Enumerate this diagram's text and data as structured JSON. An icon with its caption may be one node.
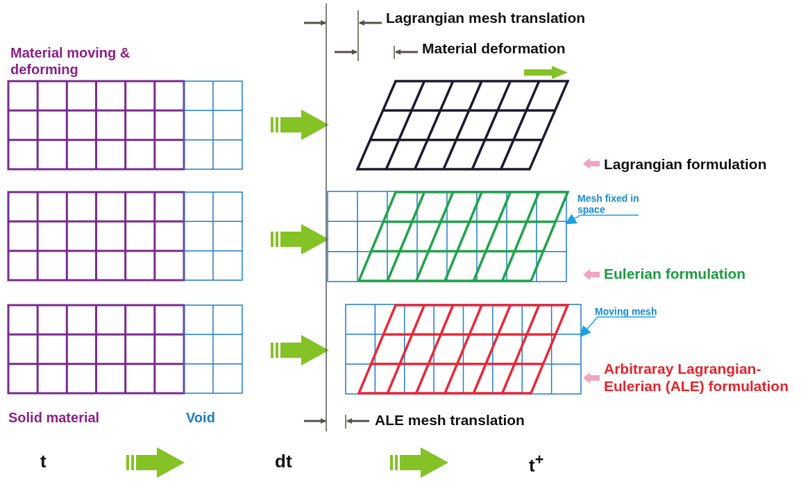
{
  "diagram": {
    "nodes": [
      {
        "text": [
          "Mesh fixed in space"
        ]
      },
      {
        "text": [],
        "shape": "box"
      },
      {
        "text": [
          "Moving mesh"
        ]
      },
      {
        "text": [],
        "shape": "box"
      }
    ],
    "edges": [
      {
        "from": 0,
        "to": 1,
        "arrow": "to"
      },
      {
        "from": 2,
        "to": 3,
        "arrow": "to"
      }
    ],
    "labels": [
      "Lagrangian mesh translation",
      "Material deformation",
      "Material moving & deforming",
      "Lagrangian formulation",
      "Eulerian formulation",
      "Arbitraray Lagrangian-Eulerian (ALE) formulation",
      "Solid material",
      "Void",
      "ALE mesh translation",
      "t",
      "dt",
      "t$^{+}$"
    ]
  }
}
